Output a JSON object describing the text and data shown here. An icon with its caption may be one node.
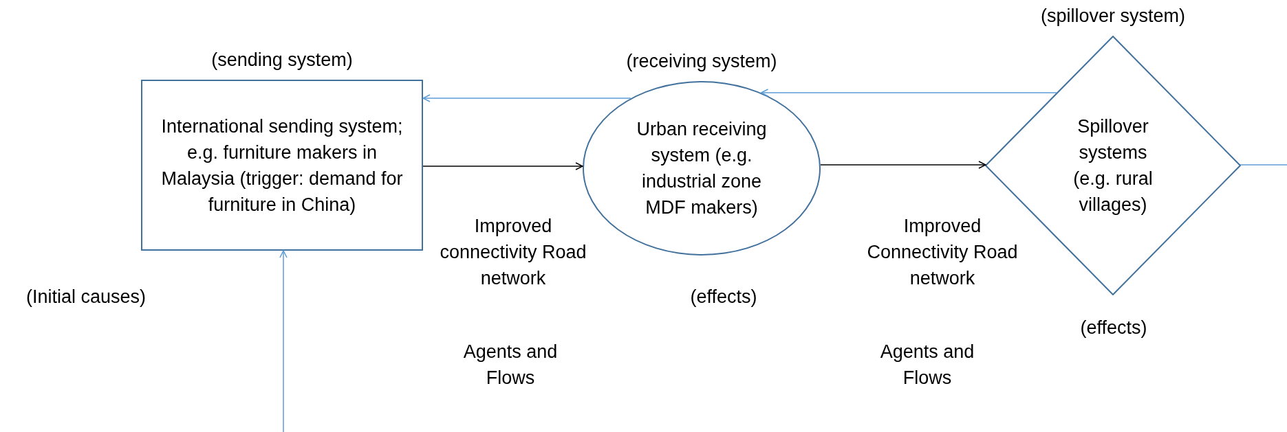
{
  "diagram": {
    "nodes": [
      {
        "text": [
          "(sending system)",
          "International sending system; e.g. furniture makers in Malaysia (trigger: demand for furniture in China)"
        ]
      },
      {
        "text": [
          "(receiving system)",
          "Urban receiving system (e.g. industrial zone MDF makers)"
        ],
        "beside": [
          "(effects)"
        ]
      },
      {
        "text": [
          "(spillover system)",
          "Spillover systems (e.g. rural villages)"
        ],
        "beside": [
          "(effects)"
        ]
      }
    ],
    "edges": [
      {
        "from": 1,
        "to": 0,
        "arrow": "to"
      },
      {
        "from": 0,
        "to": 1,
        "arrow": "to",
        "color": "#000000"
      },
      {
        "from": 2,
        "to": 1,
        "arrow": "to"
      },
      {
        "from": 1,
        "to": 2,
        "arrow": "to",
        "color": "#000000"
      },
      {
        "from": null,
        "to": 0,
        "arrow": "to"
      },
      {
        "from": 2,
        "to": null,
        "arrow": "none"
      }
    ],
    "labels": [
      "(Initial causes)",
      "Improved connectivity Road network",
      "Agents and Flows",
      "Improved Connectivity Road network",
      "Agents and Flows"
    ]
  }
}
